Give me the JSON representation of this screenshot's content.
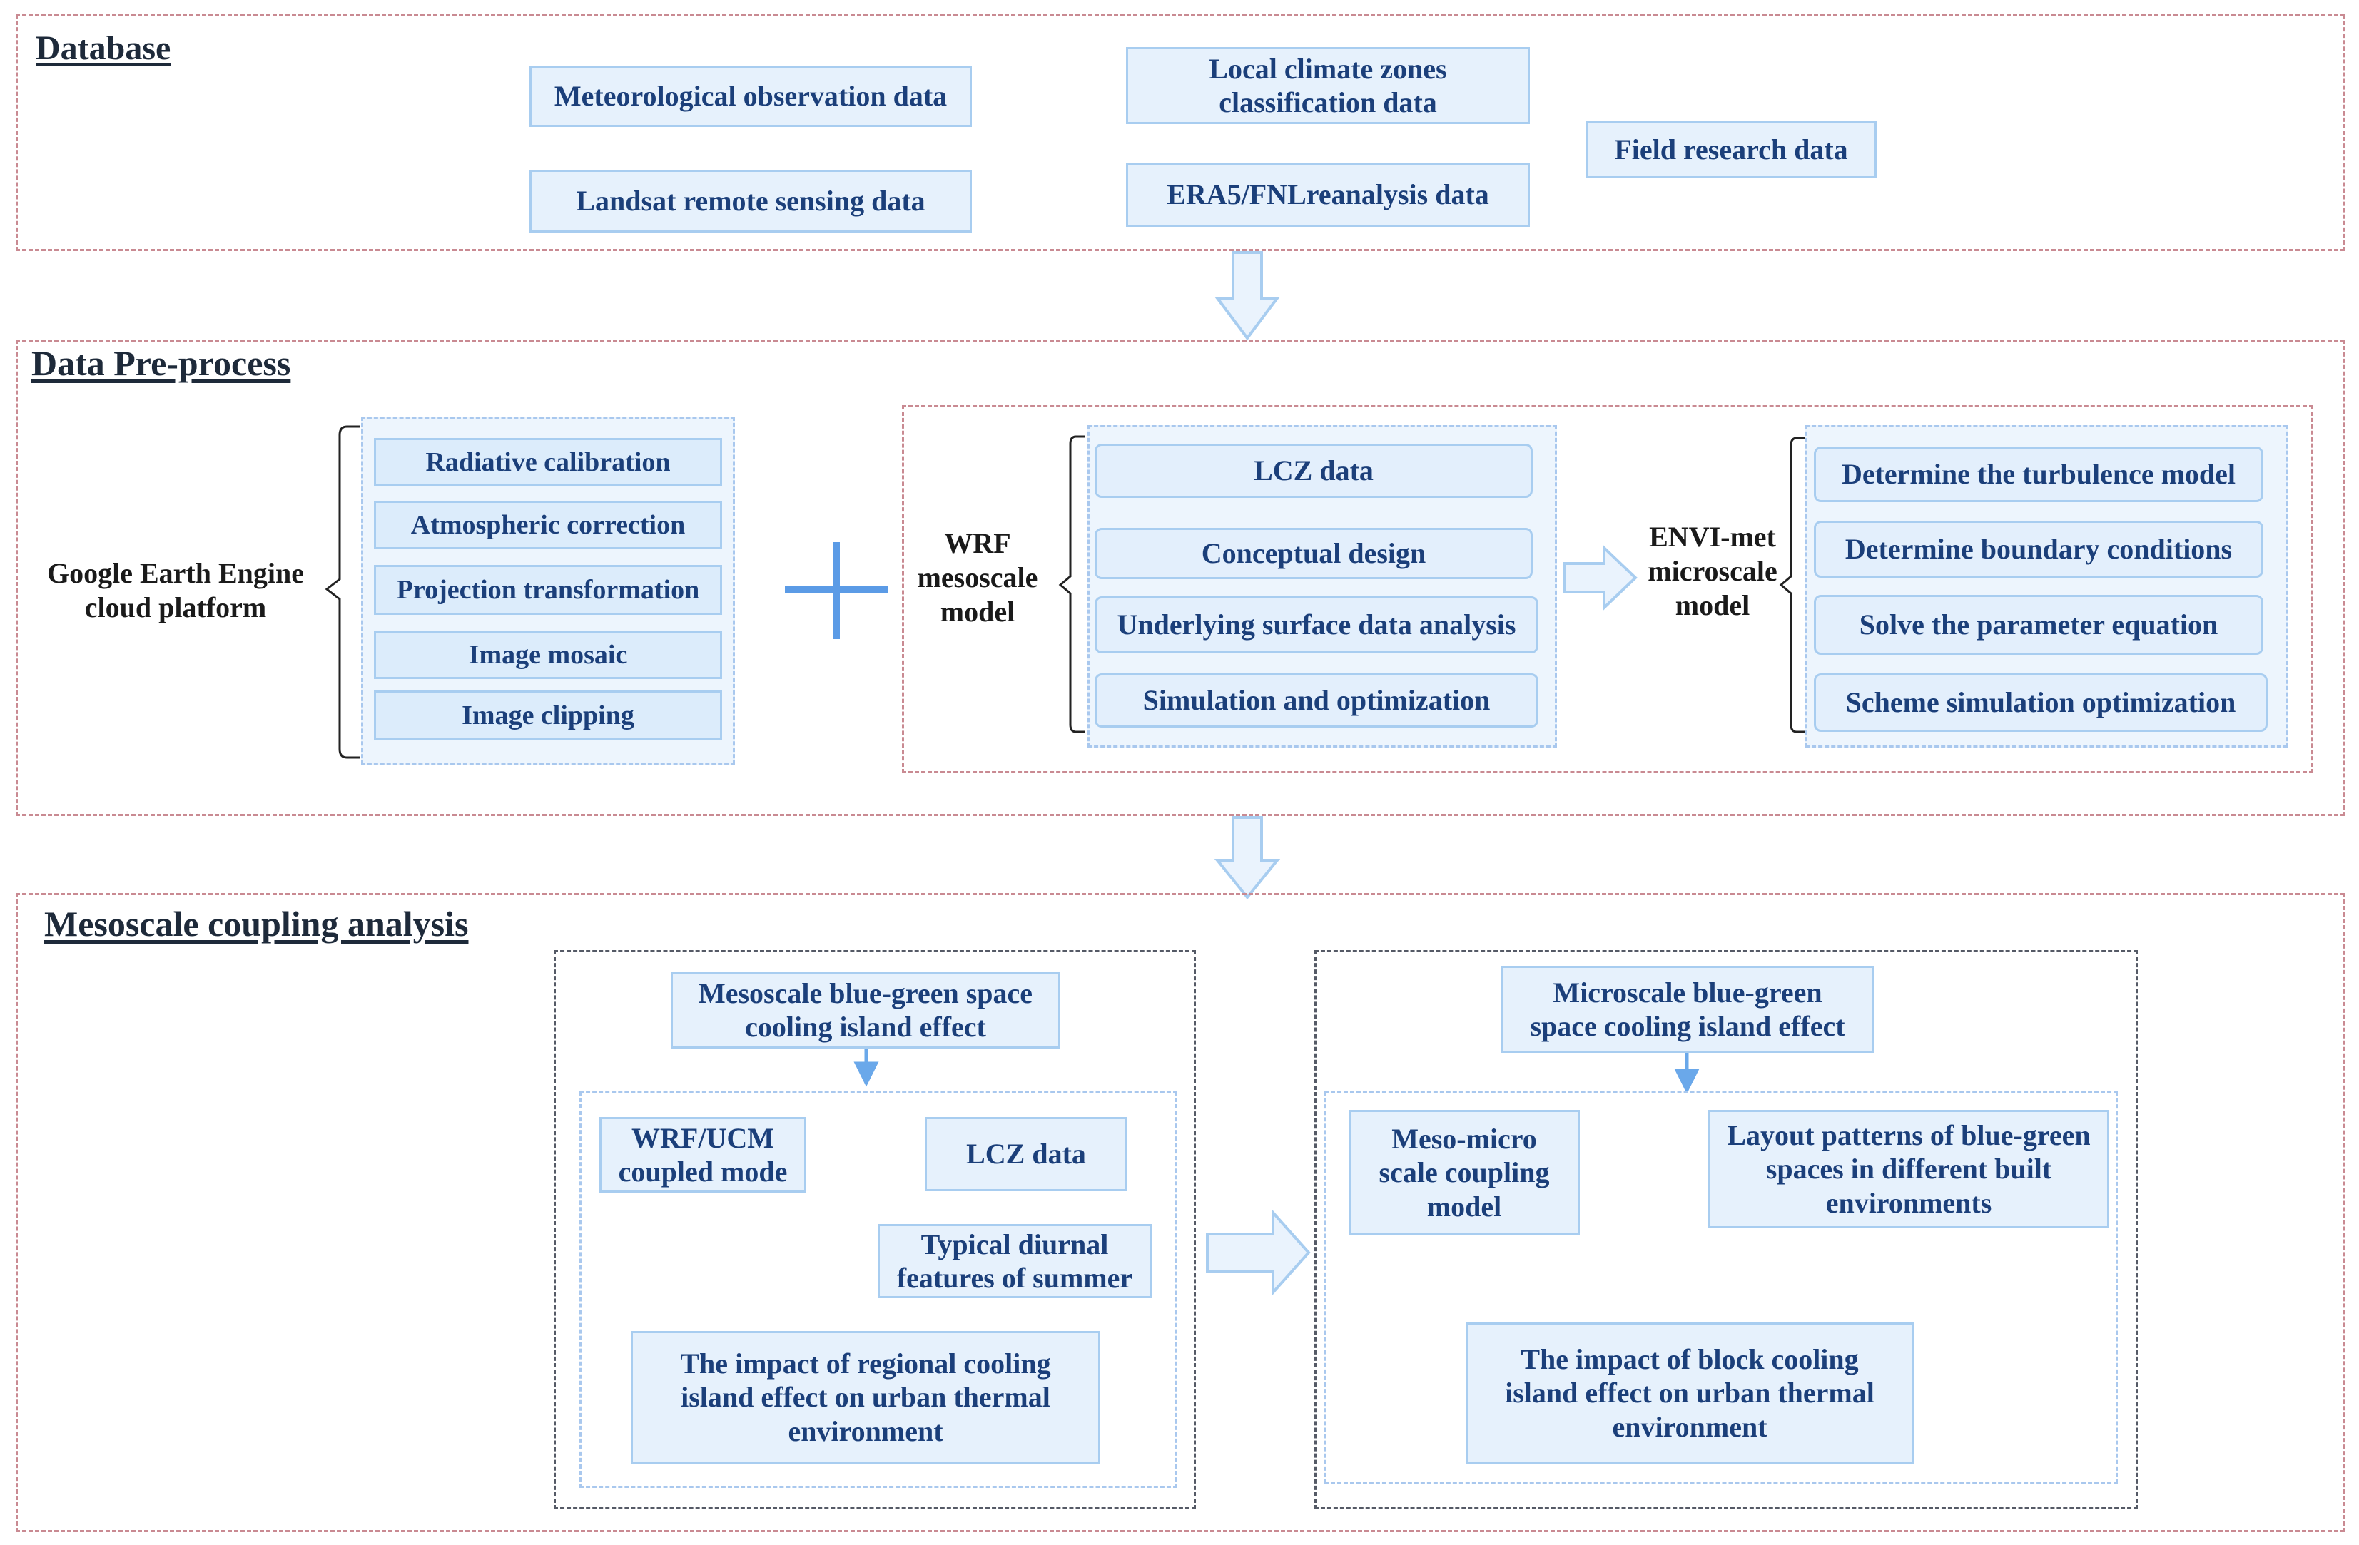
{
  "database": {
    "heading": "Database",
    "items": {
      "meteorological": "Meteorological observation data",
      "landsat": "Landsat remote sensing data",
      "lcz_classification": "Local climate zones classification data",
      "era5": "ERA5/FNLreanalysis data",
      "field_research": "Field research data"
    }
  },
  "preprocess": {
    "heading": "Data Pre-process",
    "gee_label": "Google Earth Engine cloud platform",
    "gee_steps": [
      "Radiative calibration",
      "Atmospheric correction",
      "Projection transformation",
      "Image mosaic",
      "Image clipping"
    ],
    "wrf_label": "WRF mesoscale model",
    "wrf_steps": [
      "LCZ data",
      "Conceptual design",
      "Underlying surface data analysis",
      "Simulation and optimization"
    ],
    "envi_label": "ENVI-met microscale model",
    "envi_steps": [
      "Determine the turbulence model",
      "Determine boundary conditions",
      "Solve the parameter equation",
      "Scheme simulation optimization"
    ]
  },
  "coupling": {
    "heading": "Mesoscale coupling analysis",
    "meso": {
      "title": "Mesoscale blue-green space cooling island effect",
      "wrf_ucm": "WRF/UCM coupled mode",
      "lcz": "LCZ data",
      "diurnal": "Typical diurnal features of summer",
      "result": "The impact of regional cooling island effect on urban thermal environment"
    },
    "micro": {
      "title": "Microscale blue-green space cooling island effect",
      "model": "Meso-micro scale coupling model",
      "layout": "Layout patterns of blue-green spaces in different built environments",
      "result": "The impact of block cooling island effect on urban thermal environment"
    }
  }
}
